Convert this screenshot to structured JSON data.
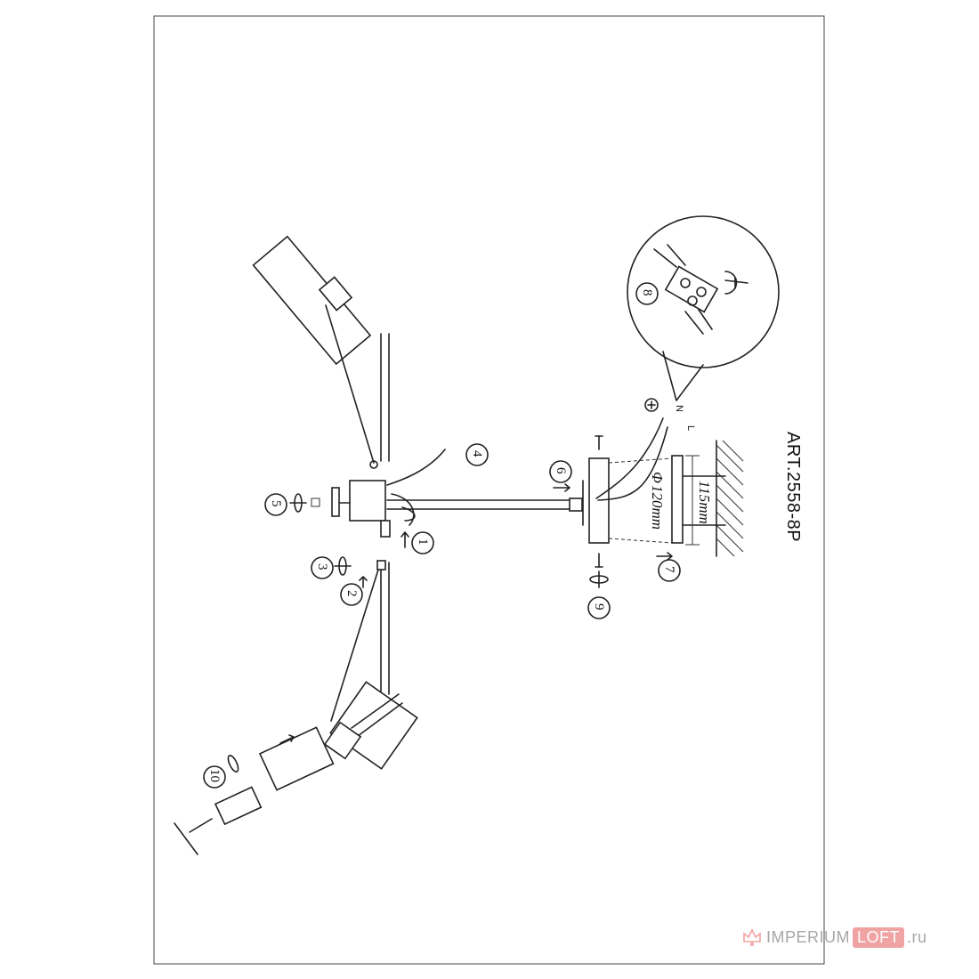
{
  "title": "ART.2558-8P",
  "dimensions": {
    "width_label": "115mm",
    "diameter_label": "120mm",
    "diameter_symbol": "Φ"
  },
  "wire_labels": [
    "N",
    "L"
  ],
  "steps": [
    "1",
    "2",
    "3",
    "4",
    "5",
    "6",
    "7",
    "8",
    "9",
    "10"
  ],
  "watermark": {
    "brand_gray": "IMPERIUM",
    "brand_box": "LOFT",
    "domain": ".ru",
    "box_color": "#f0a3a3"
  },
  "colors": {
    "line": "#222222",
    "frame": "#444444"
  }
}
